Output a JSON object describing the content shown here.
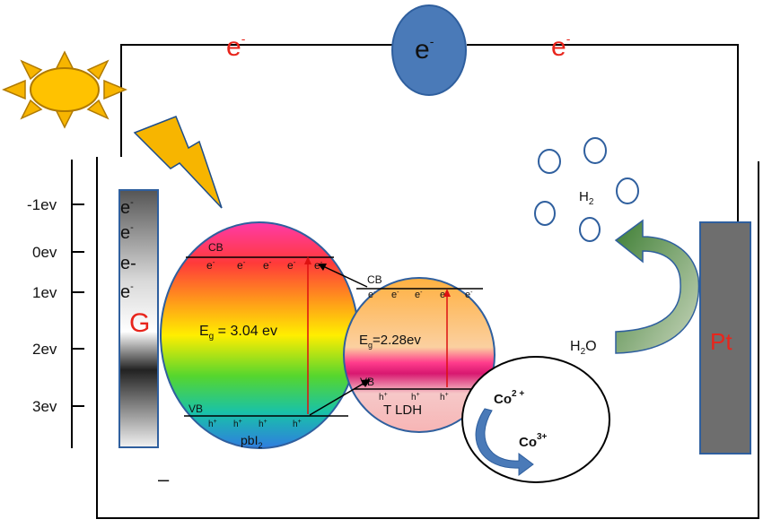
{
  "circuit": {
    "electron_left": "e",
    "electron_center": "e",
    "electron_right": "e",
    "minus_superscript": "-"
  },
  "energy_scale": {
    "ticks": [
      {
        "label": "-1ev"
      },
      {
        "label": "0ev"
      },
      {
        "label": "1ev"
      },
      {
        "label": "2ev"
      },
      {
        "label": "3ev"
      }
    ]
  },
  "graphene": {
    "label": "G",
    "electrons": [
      "e",
      "e",
      "e-",
      "e"
    ],
    "electron_superscript": "-",
    "terminal_sign": "–"
  },
  "pbi2": {
    "cb_label": "CB",
    "vb_label": "VB",
    "bandgap_prefix": "E",
    "bandgap_subscript": "g",
    "bandgap_value": " = 3.04 ev",
    "name_main": "pbI",
    "name_subscript": "2",
    "electron": "e",
    "electron_superscript": "-",
    "hole": "h",
    "hole_superscript": "+"
  },
  "ldh": {
    "cb_label": "CB",
    "vb_label": "VB",
    "bandgap_prefix": "E",
    "bandgap_subscript": "g",
    "bandgap_value": "=2.28ev",
    "name": "T LDH"
  },
  "cobalt": {
    "co2_main": "Co",
    "co2_superscript": "2 +",
    "co3_main": "Co",
    "co3_superscript": "3+"
  },
  "platinum": {
    "label": "Pt"
  },
  "gas": {
    "h2_main": "H",
    "h2_subscript": "2",
    "h2o_main": "H",
    "h2o_subscript": "2",
    "h2o_suffix": "O"
  },
  "colors": {
    "electron_red": "#e8251c",
    "bubble_blue": "#2f5f9e",
    "pt_gray": "#6e6e6e",
    "arrow_green": "#3f7f35",
    "sun_yellow": "#f7b500",
    "lightning_yellow": "#f7b500"
  },
  "icons": [
    "sun-icon",
    "lightning-icon",
    "curved-arrow-icon"
  ]
}
